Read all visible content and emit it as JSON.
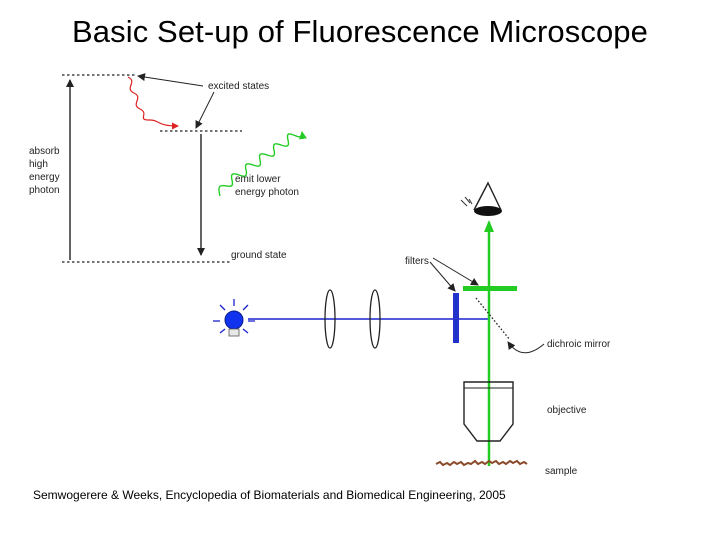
{
  "title": "Basic Set-up of Fluorescence Microscope",
  "labels": {
    "excited_states": "excited states",
    "absorb": [
      "absorb",
      "high",
      "energy",
      "photon"
    ],
    "emit": [
      "emit lower",
      "energy photon"
    ],
    "ground_state": "ground state",
    "filters": "filters",
    "dichroic_mirror": "dichroic mirror",
    "objective": "objective",
    "sample": "sample"
  },
  "citation": "Semwogerere & Weeks, Encyclopedia of Biomaterials and Biomedical Engineering, 2005",
  "colors": {
    "excitation_blue": "#1a22cc",
    "emission_green": "#22cc22",
    "decay_red": "#dd2222",
    "filter_blue": "#2233cc",
    "lamp_blue": "#1133ee"
  }
}
